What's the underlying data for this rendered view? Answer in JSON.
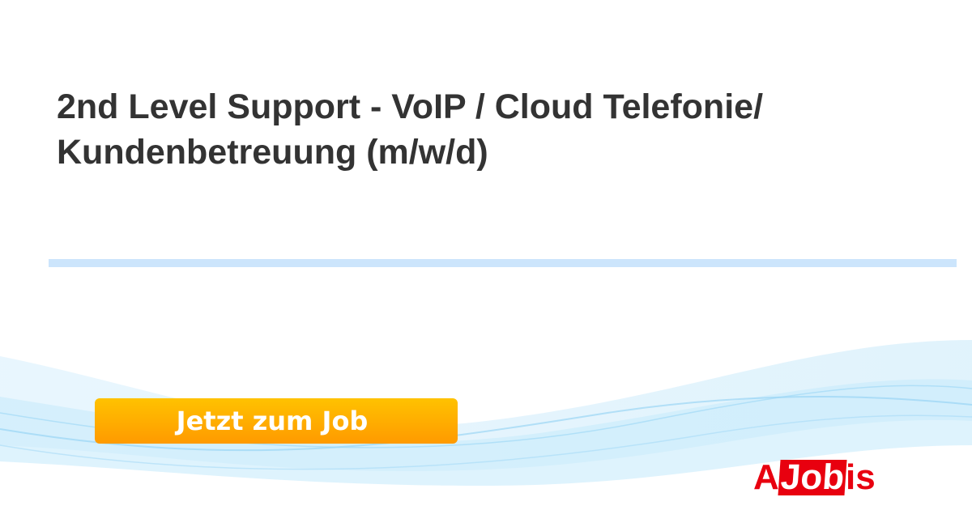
{
  "job": {
    "title": "2nd Level Support - VoIP / Cloud Telefonie/ Kundenbetreuung (m/w/d)"
  },
  "cta": {
    "label": "Jetzt zum Job"
  },
  "logo": {
    "part1": "A",
    "part2": "Job",
    "part3": "is"
  },
  "colors": {
    "title": "#333333",
    "divider": "#cce5fc",
    "button_top": "#ffc200",
    "button_bottom": "#ff9a00",
    "logo_red": "#e8000f"
  }
}
